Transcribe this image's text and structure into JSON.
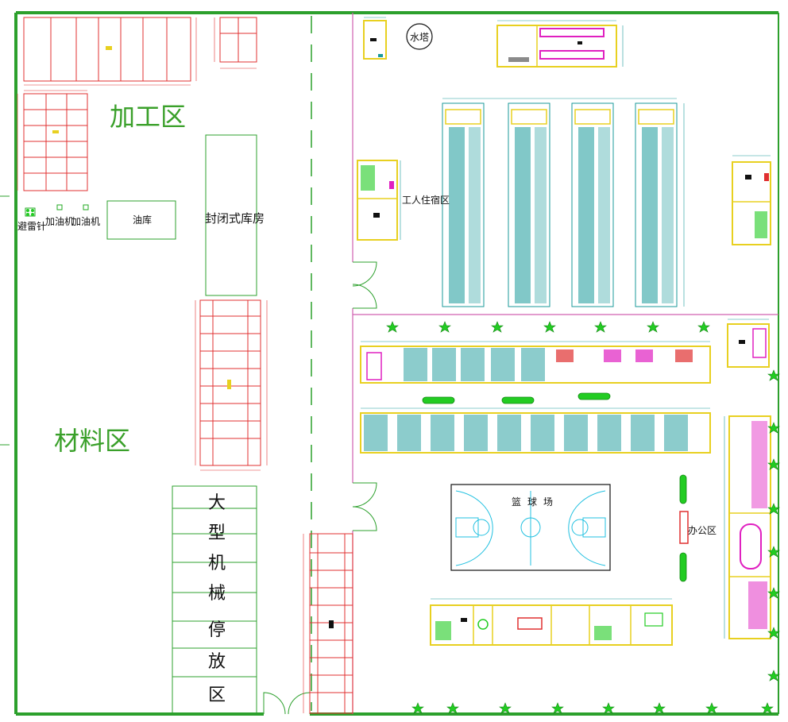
{
  "labels": {
    "processing_area": "加工区",
    "materials_area": "材料区",
    "lightning_rod": "避雷针",
    "fuel_dispenser_1": "加油机",
    "fuel_dispenser_2": "加油机",
    "oil_depot": "油库",
    "closed_warehouse": "封闭式库房",
    "heavy_machinery_chars": [
      "大",
      "型",
      "机",
      "械",
      "停",
      "放",
      "区"
    ],
    "water_tower": "水塔",
    "worker_dorm_area": "工人住宿区",
    "basketball_court_chars": [
      "篮",
      "球",
      "场"
    ],
    "office_area": "办公区"
  },
  "colors": {
    "boundary": "#2ca02c",
    "grid": "#e03030",
    "divider": "#d060b0",
    "teal": "#1a9a9a",
    "yellow": "#e8d020",
    "magenta": "#e020c0",
    "cyan": "#20c0e0",
    "tree": "#22cc22"
  },
  "icons": {
    "tree": "tree-icon",
    "door": "door-swing-icon"
  }
}
